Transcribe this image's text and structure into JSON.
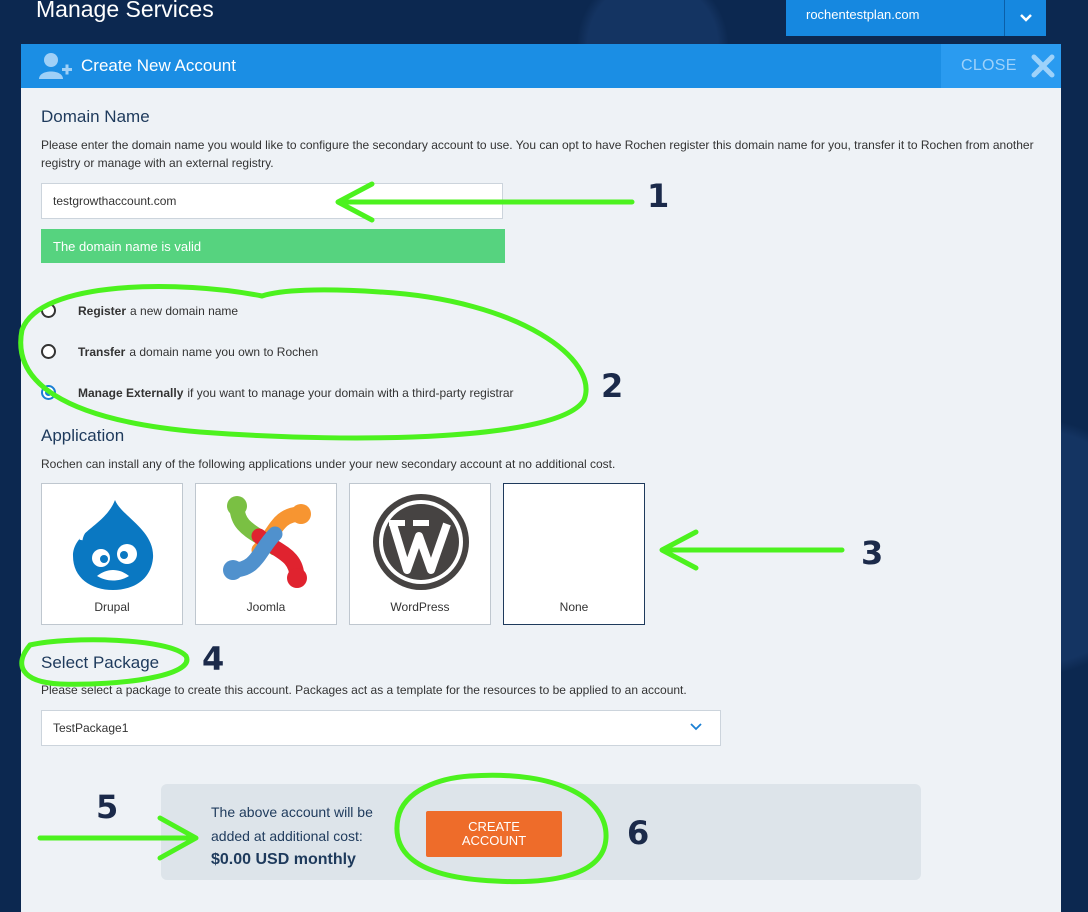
{
  "page": {
    "title": "Manage Services",
    "account_select": "rochentestplan.com"
  },
  "modal": {
    "title": "Create New Account",
    "close_label": "CLOSE"
  },
  "domain": {
    "heading": "Domain Name",
    "description": "Please enter the domain name you would like to configure the secondary account to use. You can opt to have Rochen register this domain name for you, transfer it to Rochen from another registry or manage with an external registry.",
    "input_value": "testgrowthaccount.com",
    "valid_message": "The domain name is valid",
    "options": [
      {
        "bold": "Register",
        "text": "a new domain name",
        "selected": false
      },
      {
        "bold": "Transfer",
        "text": "a domain name you own to Rochen",
        "selected": false
      },
      {
        "bold": "Manage Externally",
        "text": "if you want to manage your domain with a third-party registrar",
        "selected": true
      }
    ]
  },
  "application": {
    "heading": "Application",
    "description": "Rochen can install any of the following applications under your new secondary account at no additional cost.",
    "apps": [
      {
        "label": "Drupal",
        "icon": "drupal-logo-icon"
      },
      {
        "label": "Joomla",
        "icon": "joomla-logo-icon"
      },
      {
        "label": "WordPress",
        "icon": "wordpress-logo-icon"
      },
      {
        "label": "None",
        "icon": "",
        "selected": true
      }
    ]
  },
  "package": {
    "heading": "Select Package",
    "description": "Please select a package to create this account. Packages act as a template for the resources to be applied to an account.",
    "selected": "TestPackage1"
  },
  "cost": {
    "line1": "The above account will be",
    "line2": "added at additional cost:",
    "amount": "$0.00 USD monthly",
    "button_line1": "CREATE",
    "button_line2": "ACCOUNT"
  },
  "annotations": {
    "markers": [
      "1",
      "2",
      "3",
      "4",
      "5",
      "6"
    ],
    "color": "#4cf21e"
  },
  "colors": {
    "header_blue": "#1b8ee4",
    "success_green": "#56d37f",
    "create_orange": "#ee6c2a",
    "navy": "#0c2850"
  }
}
